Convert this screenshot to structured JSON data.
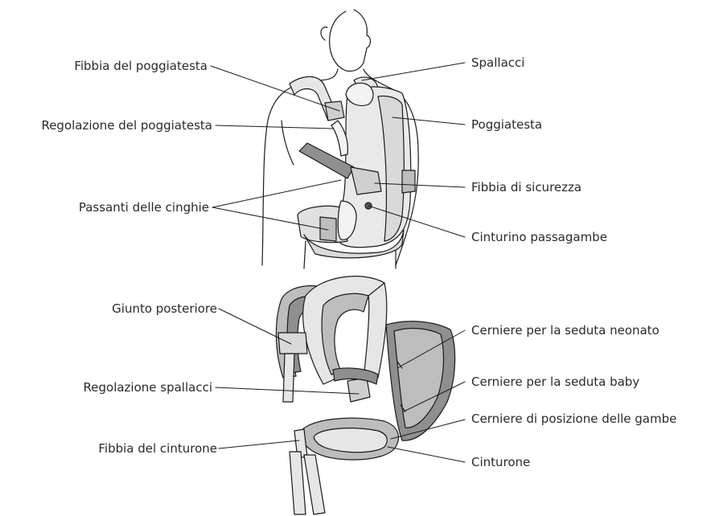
{
  "labels": {
    "head_support_buckle": "Fibbia del poggiatesta",
    "head_support_adjust": "Regolazione del poggiatesta",
    "strap_loops": "Passanti delle cinghie",
    "shoulder_straps": "Spallacci",
    "head_support": "Poggiatesta",
    "safety_buckle": "Fibbia di sicurezza",
    "leg_strap": "Cinturino passagambe",
    "back_joint": "Giunto posteriore",
    "shoulder_adjust": "Regolazione spallacci",
    "waist_belt_buckle": "Fibbia del cinturone",
    "newborn_seat_zippers": "Cerniere per la seduta neonato",
    "baby_seat_zippers": "Cerniere per la seduta baby",
    "leg_position_zippers": "Cerniere di posizione delle gambe",
    "waist_belt": "Cinturone"
  },
  "colors": {
    "line": "#1a1a1a",
    "fabric_light": "#e6e6e6",
    "fabric_mid": "#bdbdbd",
    "fabric_dark": "#8f8f8f",
    "text": "#2a2a2a"
  }
}
